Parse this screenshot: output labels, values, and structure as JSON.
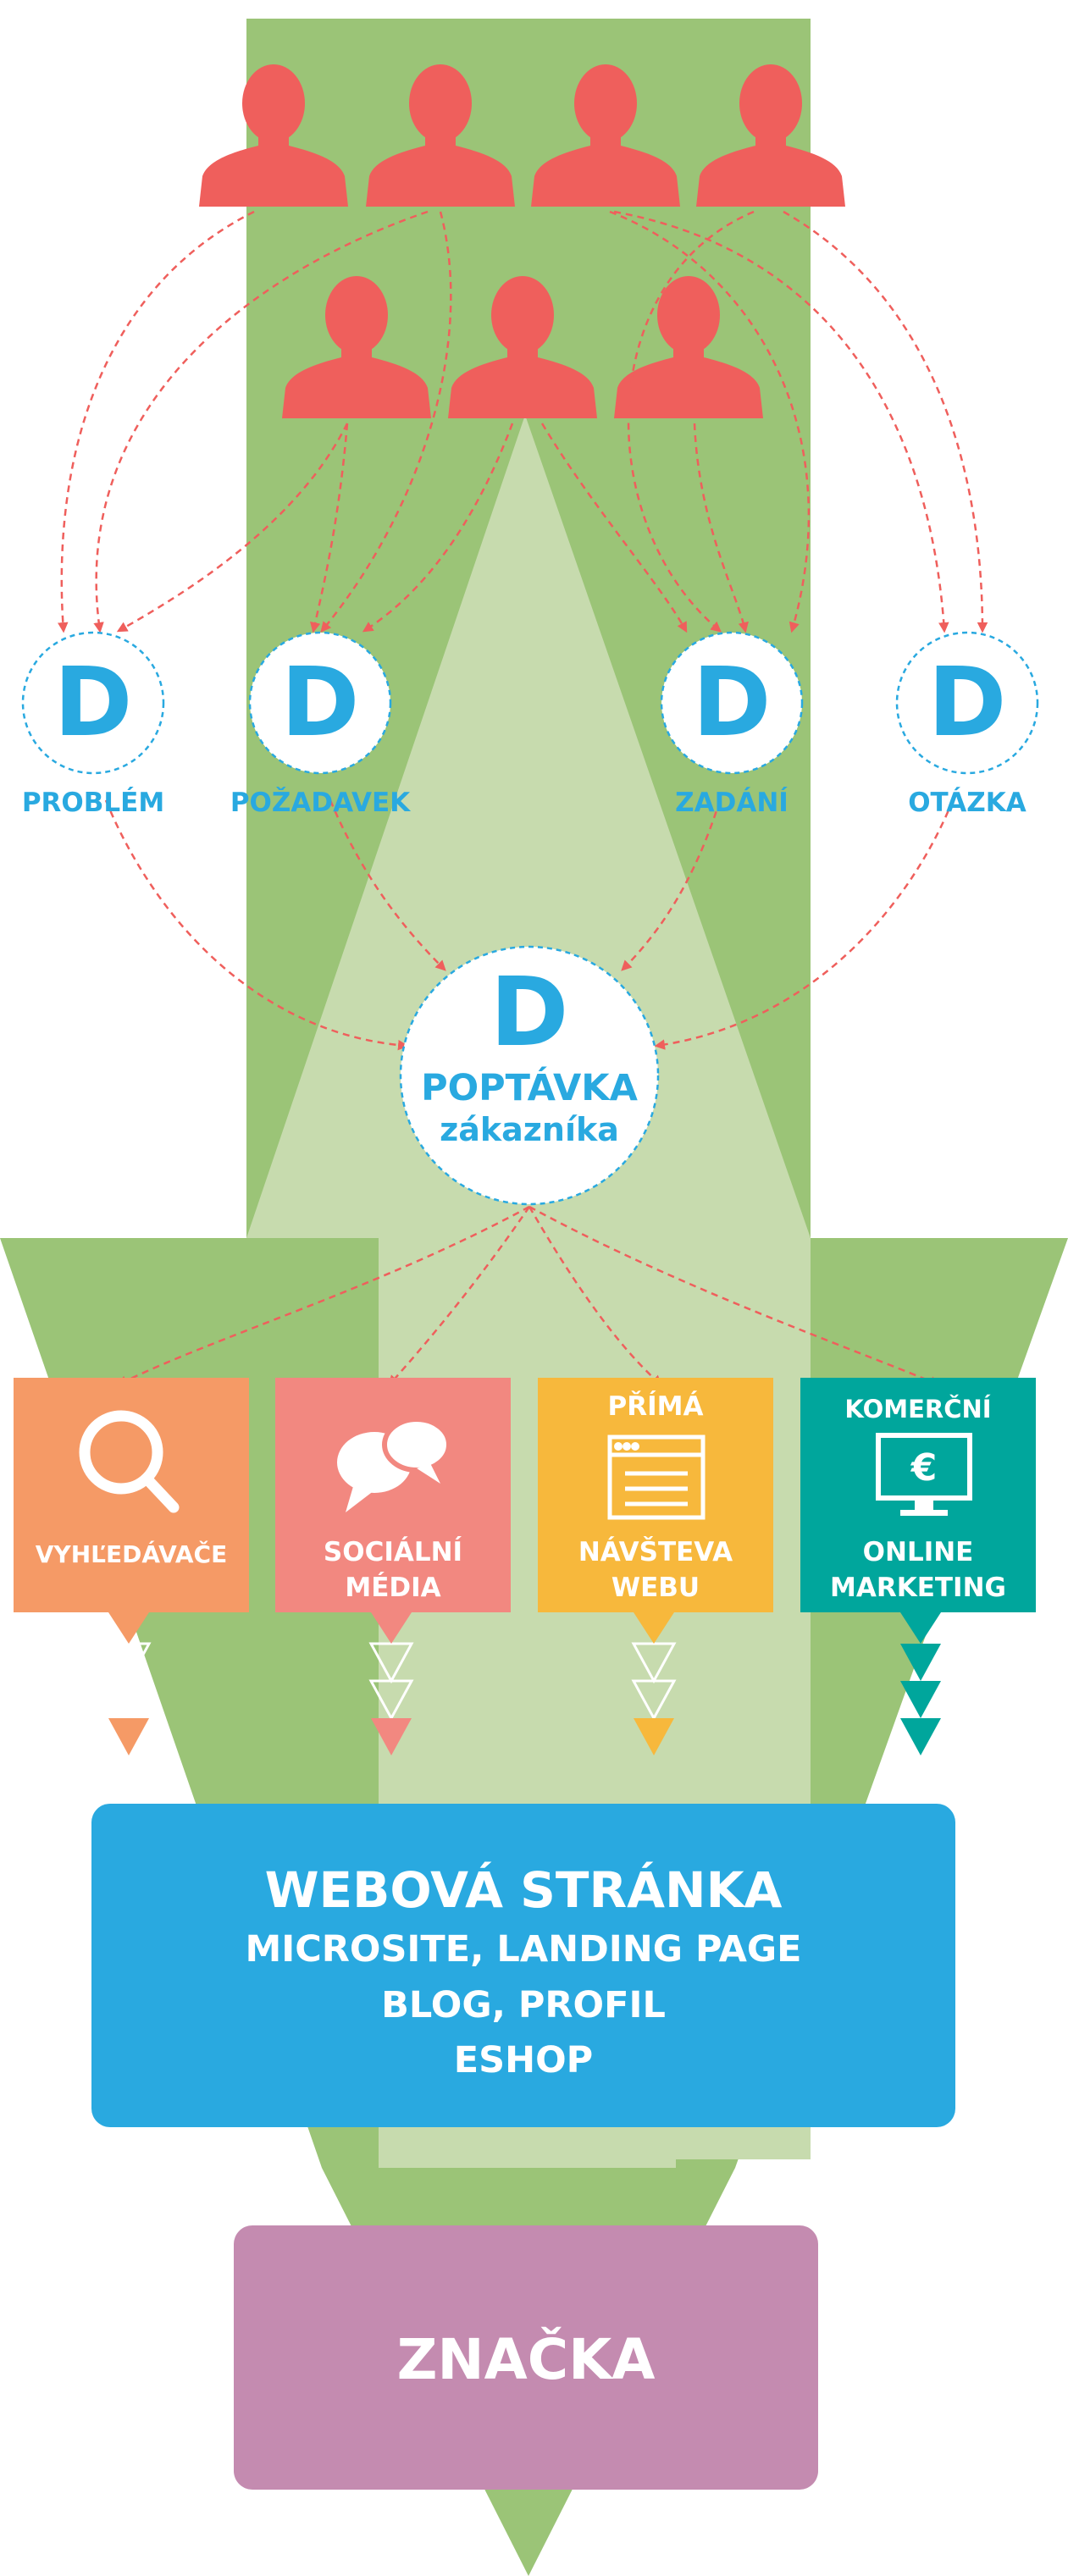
{
  "colors": {
    "green_dark": "#9bc477",
    "green_light": "#c7dbae",
    "person": "#ef5f5c",
    "arrow": "#ef5f5c",
    "blue": "#29a9e0",
    "orange": "#f59a66",
    "pink": "#f28880",
    "yellow": "#f7b83c",
    "teal": "#00a69c",
    "purple": "#c48bb0"
  },
  "sources": [
    {
      "letter": "D",
      "label": "PROBLÉM"
    },
    {
      "letter": "D",
      "label": "POŽADAVEK"
    },
    {
      "letter": "D",
      "label": "ZADÁNÍ"
    },
    {
      "letter": "D",
      "label": "OTÁZKA"
    }
  ],
  "demand": {
    "letter": "D",
    "line1": "POPTÁVKA",
    "line2": "zákazníka"
  },
  "channels": [
    {
      "icon": "magnifier-icon",
      "top": "",
      "line1": "VYHĽEDÁVAČE",
      "line2": "",
      "color": "#f59a66"
    },
    {
      "icon": "chat-bubbles-icon",
      "top": "",
      "line1": "SOCIÁLNÍ",
      "line2": "MÉDIA",
      "color": "#f28880"
    },
    {
      "icon": "browser-window-icon",
      "top": "PŘÍMÁ",
      "line1": "NÁVŠTEVA",
      "line2": "WEBU",
      "color": "#f7b83c"
    },
    {
      "icon": "euro-monitor-icon",
      "top": "KOMERČNÍ",
      "line1": "ONLINE",
      "line2": "MARKETING",
      "color": "#00a69c"
    }
  ],
  "website": {
    "title": "WEBOVÁ STRÁNKA",
    "line1": "MICROSITE, LANDING PAGE",
    "line2": "BLOG, PROFIL",
    "line3": "ESHOP"
  },
  "brand": {
    "label": "ZNAČKA"
  }
}
